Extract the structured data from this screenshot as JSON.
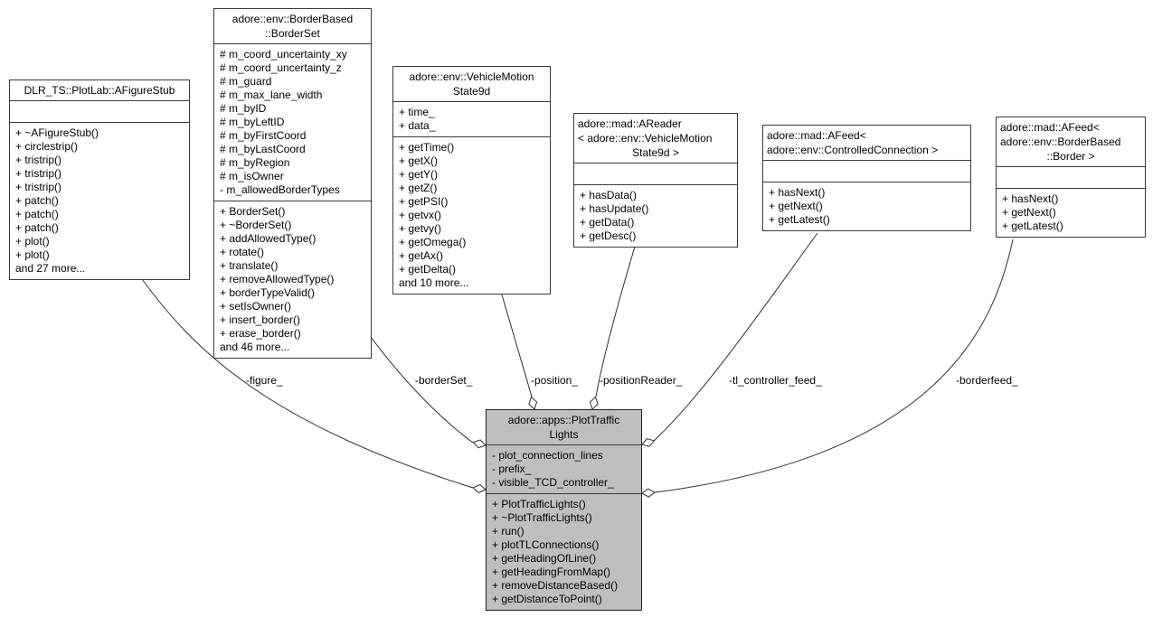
{
  "diagram_title": "adore::apps::PlotTrafficLights collaboration diagram",
  "colors": {
    "background": "#ffffff",
    "box_fill": "#ffffff",
    "highlight_fill": "#bfbfbf",
    "border": "#3a3a3a",
    "edge": "#2f2f2f",
    "text": "#000000"
  },
  "boxes": [
    {
      "id": "afigurestub",
      "title_lines": [
        "DLR_TS::PlotLab::AFigureStub"
      ],
      "attributes": [],
      "methods": [
        "+ ~AFigureStub()",
        "+ circlestrip()",
        "+ tristrip()",
        "+ tristrip()",
        "+ tristrip()",
        "+ patch()",
        "+ patch()",
        "+ patch()",
        "+ plot()",
        "+ plot()",
        "and 27 more..."
      ]
    },
    {
      "id": "borderset",
      "title_lines": [
        "adore::env::BorderBased",
        "::BorderSet"
      ],
      "attributes": [
        "# m_coord_uncertainty_xy",
        "# m_coord_uncertainty_z",
        "# m_guard",
        "# m_max_lane_width",
        "# m_byID",
        "# m_byLeftID",
        "# m_byFirstCoord",
        "# m_byLastCoord",
        "# m_byRegion",
        "# m_isOwner",
        "- m_allowedBorderTypes"
      ],
      "methods": [
        "+ BorderSet()",
        "+ ~BorderSet()",
        "+ addAllowedType()",
        "+ rotate()",
        "+ translate()",
        "+ removeAllowedType()",
        "+ borderTypeValid()",
        "+ setIsOwner()",
        "+ insert_border()",
        "+ erase_border()",
        "and 46 more..."
      ]
    },
    {
      "id": "vehiclemotion",
      "title_lines": [
        "adore::env::VehicleMotion",
        "State9d"
      ],
      "attributes": [
        "+ time_",
        "+ data_"
      ],
      "methods": [
        "+ getTime()",
        "+ getX()",
        "+ getY()",
        "+ getZ()",
        "+ getPSI()",
        "+ getvx()",
        "+ getvy()",
        "+ getOmega()",
        "+ getAx()",
        "+ getDelta()",
        "and 10 more..."
      ]
    },
    {
      "id": "areader",
      "title_lines": [
        "adore::mad::AReader",
        "< adore::env::VehicleMotion",
        "State9d >"
      ],
      "attributes": [],
      "methods": [
        "+ hasData()",
        "+ hasUpdate()",
        "+ getData()",
        "+ getDesc()"
      ]
    },
    {
      "id": "afeedcc",
      "title_lines": [
        "adore::mad::AFeed<",
        "adore::env::ControlledConnection >"
      ],
      "attributes": [],
      "methods": [
        "+ hasNext()",
        "+ getNext()",
        "+ getLatest()"
      ]
    },
    {
      "id": "afeedborder",
      "title_lines": [
        "adore::mad::AFeed<",
        "adore::env::BorderBased",
        "::Border >"
      ],
      "attributes": [],
      "methods": [
        "+ hasNext()",
        "+ getNext()",
        "+ getLatest()"
      ]
    },
    {
      "id": "plottraffic",
      "title_lines": [
        "adore::apps::PlotTraffic",
        "Lights"
      ],
      "attributes": [
        "- plot_connection_lines",
        "- prefix_",
        "- visible_TCD_controller_"
      ],
      "methods": [
        "+ PlotTrafficLights()",
        "+ ~PlotTrafficLights()",
        "+ run()",
        "+ plotTLConnections()",
        "+ getHeadingOfLine()",
        "+ getHeadingFromMap()",
        "+ removeDistanceBased()",
        "+ getDistanceToPoint()"
      ]
    }
  ],
  "edges": [
    {
      "label": "-figure_"
    },
    {
      "label": "-borderSet_"
    },
    {
      "label": "-position_"
    },
    {
      "label": "-positionReader_"
    },
    {
      "label": "-tl_controller_feed_"
    },
    {
      "label": "-borderfeed_"
    }
  ]
}
